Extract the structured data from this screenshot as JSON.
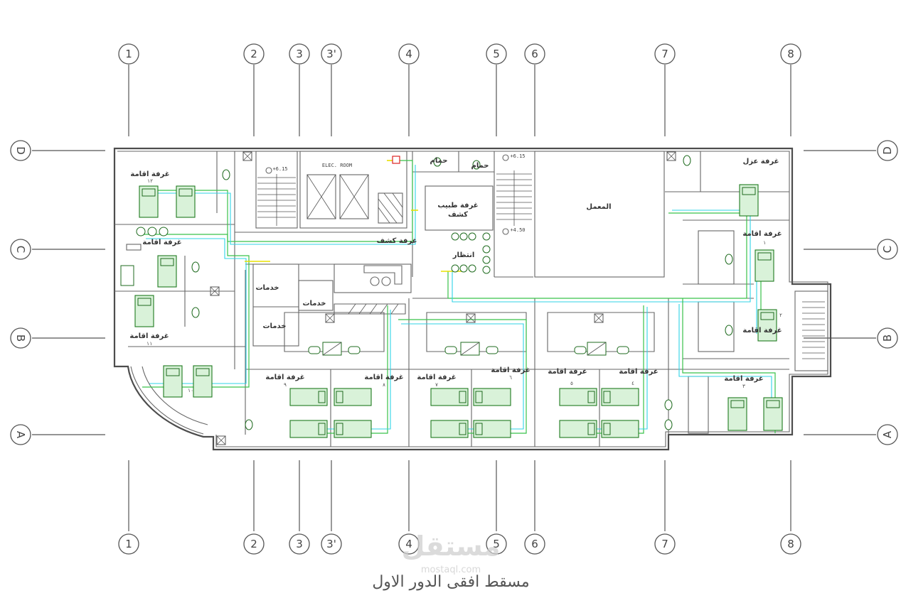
{
  "grid": {
    "columns": [
      "1",
      "2",
      "3",
      "3'",
      "4",
      "5",
      "6",
      "7",
      "8"
    ],
    "rows": [
      "D",
      "C",
      "B",
      "A"
    ]
  },
  "rooms": {
    "residence_room": "غرفة اقامة",
    "isolation_room": "غرفة عزل",
    "lab": "المعمل",
    "examination_room": "غرفة كشف",
    "doctor_room_line1": "غرفة طبيب",
    "doctor_room_line2": "كشف",
    "waiting": "انتظار",
    "bathroom": "حمام",
    "services": "خدمات",
    "elec_room": "ELEC. ROOM"
  },
  "room_numbers": {
    "r12": "١٢",
    "r11": "١١",
    "r10": "١٠",
    "r9": "٩",
    "r8": "٨",
    "r7": "٧",
    "r6": "٦",
    "r5": "٥",
    "r4": "٤",
    "r3": "٣",
    "r2": "٢",
    "r1": "١"
  },
  "levels": {
    "level_1": "+6.15",
    "level_2": "+6.15",
    "level_3": "+4.50"
  },
  "title": "مسقط افقى الدور الاول",
  "watermark": {
    "brand": "مستقل",
    "url": "mostaql.com"
  },
  "colors": {
    "pipe_green": "#39c24a",
    "pipe_cyan": "#2fd3e6",
    "pipe_yellow": "#e8e000",
    "bed_green": "#1f7a1f"
  }
}
